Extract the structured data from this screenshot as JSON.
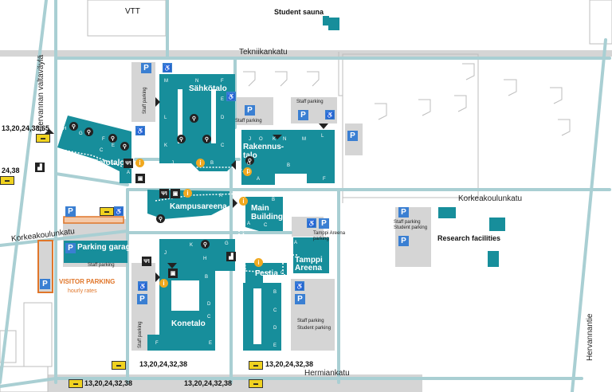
{
  "colors": {
    "building": "#178e9b",
    "road": "#a9cfd3",
    "gray_area": "#d5d5d5",
    "outline": "#bdbdbd",
    "parking": "#3a7fd2",
    "info": "#f0a81f",
    "visitor": "#e0762a",
    "bus": "#f0d21f"
  },
  "streets": {
    "tekniikankatu": "Tekniikankatu",
    "korkeakoulunkatu_east": "Korkeakoulunkatu",
    "korkeakoulunkatu_west": "Korkeakoulunkatu",
    "hermiankatu": "Hermiankatu",
    "hervannan_valtavayla": "Hervannan valtaväylä",
    "hervannantie": "Hervannantie"
  },
  "places": {
    "vtt": "VTT",
    "student_sauna": "Student sauna",
    "research_facilities": "Research facilities",
    "visitor_parking": "VISITOR PARKING",
    "hourly_rates": "hourly rates",
    "parking_garage": "Parking garage"
  },
  "buildings": {
    "sahkotalo": "Sähkötalo",
    "tietotalo": "Tietotalo",
    "kampusareena": "Kampusareena",
    "rakennustalo_1": "Rakennus-",
    "rakennustalo_2": "talo",
    "main_building_1": "Main",
    "main_building_2": "Building",
    "konetalo": "Konetalo",
    "festia": "Festia",
    "tamppi_areena_1": "Tamppi",
    "tamppi_areena_2": "Areena"
  },
  "small_labels": {
    "staff_parking": "Staff parking",
    "tamppi_areena_parking_1": "Tamppi Areena",
    "tamppi_areena_parking_2": "parking",
    "student_parking": "Student parking"
  },
  "bus_routes": {
    "west_top": "13,20,24,38,65",
    "west_mid": "24,38",
    "bottom_mid_top": "13,20,24,32,38",
    "bottom_right_top": "13,20,24,32,38",
    "bottom_left": "13,20,24,32,38",
    "bottom_mid": "13,20,24,32,38"
  },
  "wings": {
    "sahkotalo": [
      "M",
      "N",
      "F",
      "L",
      "E",
      "K",
      "D",
      "J",
      "C",
      "B",
      "A"
    ],
    "tietotalo": [
      "H",
      "G",
      "F",
      "E",
      "C",
      "D",
      "B",
      "A"
    ],
    "rakennustalo": [
      "J",
      "O",
      "K",
      "N",
      "M",
      "L",
      "G",
      "E",
      "F",
      "D",
      "B",
      "A"
    ],
    "main": [
      "B",
      "C",
      "A"
    ],
    "tamppi": [
      "A"
    ],
    "festia": [
      "A",
      "C",
      "B",
      "C",
      "D",
      "E"
    ],
    "konetalo": [
      "J",
      "K",
      "H",
      "G",
      "B",
      "D",
      "C",
      "F",
      "E"
    ],
    "kampus": [
      "I",
      "A"
    ]
  },
  "icons": {
    "parking": "P",
    "accessible": "♿",
    "info": "i",
    "bike": "⚲",
    "food": "ΨΙ",
    "computer": "▣",
    "stairs": "▟",
    "bus": "▬"
  }
}
